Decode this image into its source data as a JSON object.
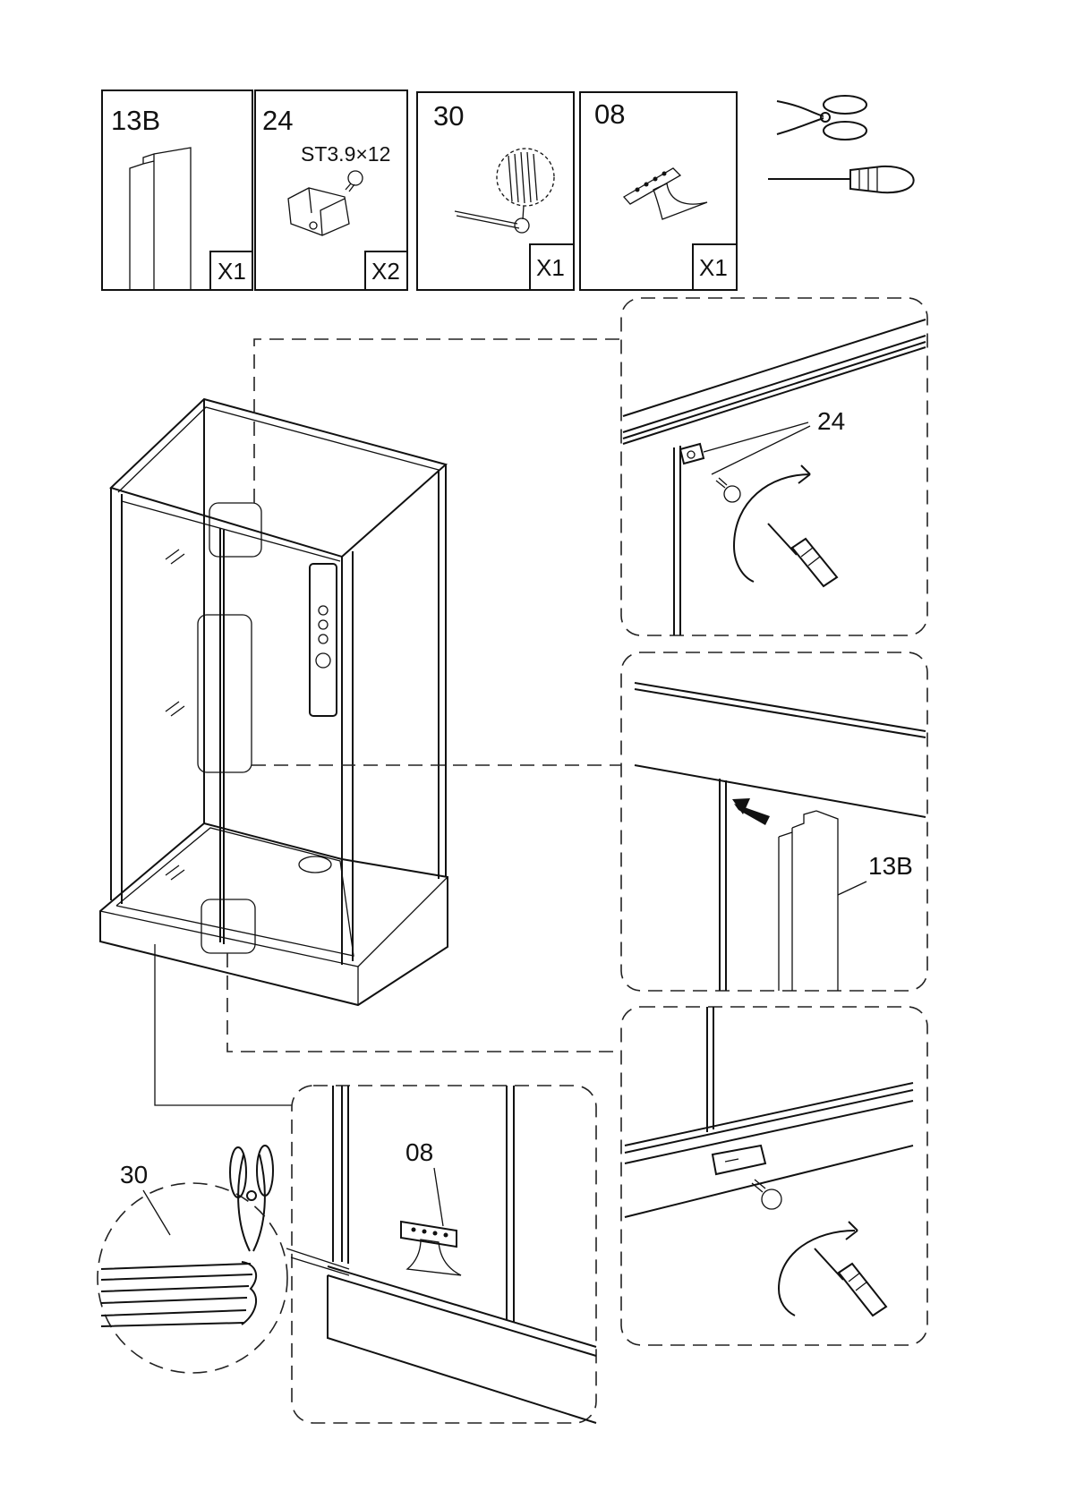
{
  "parts": [
    {
      "code": "13B",
      "qty": "X1"
    },
    {
      "code": "24",
      "spec": "ST3.9×12",
      "qty": "X2"
    },
    {
      "code": "30",
      "qty": "X1"
    },
    {
      "code": "08",
      "qty": "X1"
    }
  ],
  "tools": [
    "scissors-icon",
    "screwdriver-icon"
  ],
  "callouts": {
    "top_detail": "24",
    "middle_detail": "13B",
    "bottom_detail": "08",
    "seal_detail": "30"
  }
}
